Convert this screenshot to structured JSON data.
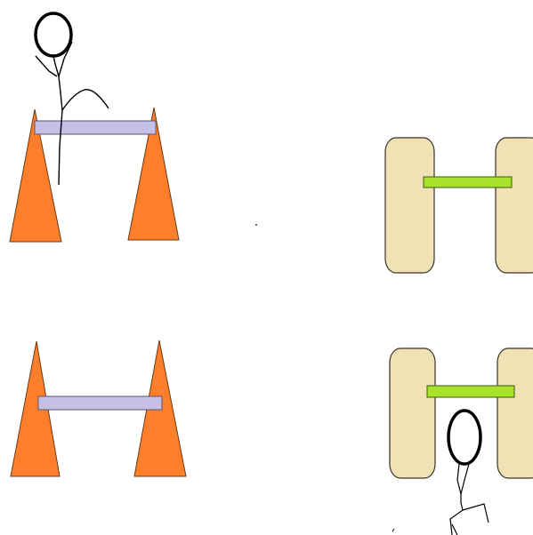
{
  "colors": {
    "background": "#ffffff",
    "cone_fill": "#fd7f2c",
    "cone_stroke": "#6b3a12",
    "purple_bar_fill": "#c6c0e6",
    "purple_bar_stroke": "#5a5470",
    "pillar_fill": "#f1e2b5",
    "pillar_stroke": "#3a3226",
    "green_bar_fill": "#a8e22a",
    "green_bar_stroke": "#3d5a10",
    "ink": "#000000"
  },
  "scene": {
    "panels": [
      {
        "name": "top-left",
        "obstacle": "cone-hurdle",
        "has_figure": true,
        "figure_pose": "jumping-over-bar"
      },
      {
        "name": "top-right",
        "obstacle": "pillar-bar",
        "has_figure": false
      },
      {
        "name": "bottom-left",
        "obstacle": "cone-hurdle",
        "has_figure": false
      },
      {
        "name": "bottom-right",
        "obstacle": "pillar-bar",
        "has_figure": true,
        "figure_pose": "passing-under-bar"
      }
    ]
  }
}
